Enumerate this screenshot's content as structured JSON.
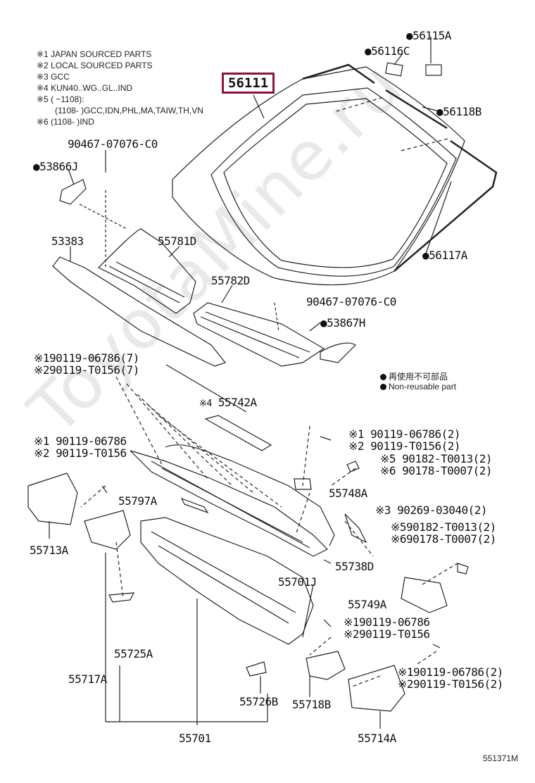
{
  "notes": [
    "※1 JAPAN SOURCED PARTS",
    "※2 LOCAL SOURCED PARTS",
    "※3 GCC",
    "※4 KUN40..WG..GL..IND",
    "※5 (       ~1108):",
    "(1108-       )GCC,IDN,PHL,MA,TAIW,TH,VN",
    "※6 (1108-       )IND"
  ],
  "highlighted_part": "56111",
  "parts": {
    "p56115A": "●56115A",
    "p56116C": "●56116C",
    "p56118B": "●56118B",
    "p56117A": "●56117A",
    "p90467a": "90467-07076-C0",
    "p53866J": "●53866J",
    "p53383": "53383",
    "p55781D": "55781D",
    "p55782D": "55782D",
    "p90467b": "90467-07076-C0",
    "p53867H": "●53867H",
    "p90119a1": "※190119-06786(7)",
    "p90119a2": "※290119-T0156(7)",
    "p55742A": "55742A",
    "p55742A_mark": "※4",
    "p90119b1": "※1 90119-06786(2)",
    "p90119b2": "※2 90119-T0156(2)",
    "p90182a": "※5 90182-T0013(2)",
    "p90178a": "※6 90178-T0007(2)",
    "p55748A": "55748A",
    "p90119c1": "※1 90119-06786",
    "p90119c2": "※2 90119-T0156",
    "p55797A": "55797A",
    "p90269": "※3 90269-03040(2)",
    "p90182b": "※590182-T0013(2)",
    "p90178b": "※690178-T0007(2)",
    "p55713A": "55713A",
    "p55738D": "55738D",
    "p55701J": "55701J",
    "p55749A": "55749A",
    "p90119d1": "※190119-06786",
    "p90119d2": "※290119-T0156",
    "p55725A": "55725A",
    "p55717A": "55717A",
    "p55726B": "55726B",
    "p55718B": "55718B",
    "p90119e1": "※190119-06786(2)",
    "p90119e2": "※290119-T0156(2)",
    "p55701": "55701",
    "p55714A": "55714A"
  },
  "legend": {
    "jp": "再使用不可部品",
    "en": "Non-reusable part"
  },
  "watermark": "ToyotaMine.ru",
  "diagram_code": "551371M",
  "colors": {
    "highlight": "#8a1538",
    "line": "#222222",
    "watermark": "#e9e9e9"
  }
}
